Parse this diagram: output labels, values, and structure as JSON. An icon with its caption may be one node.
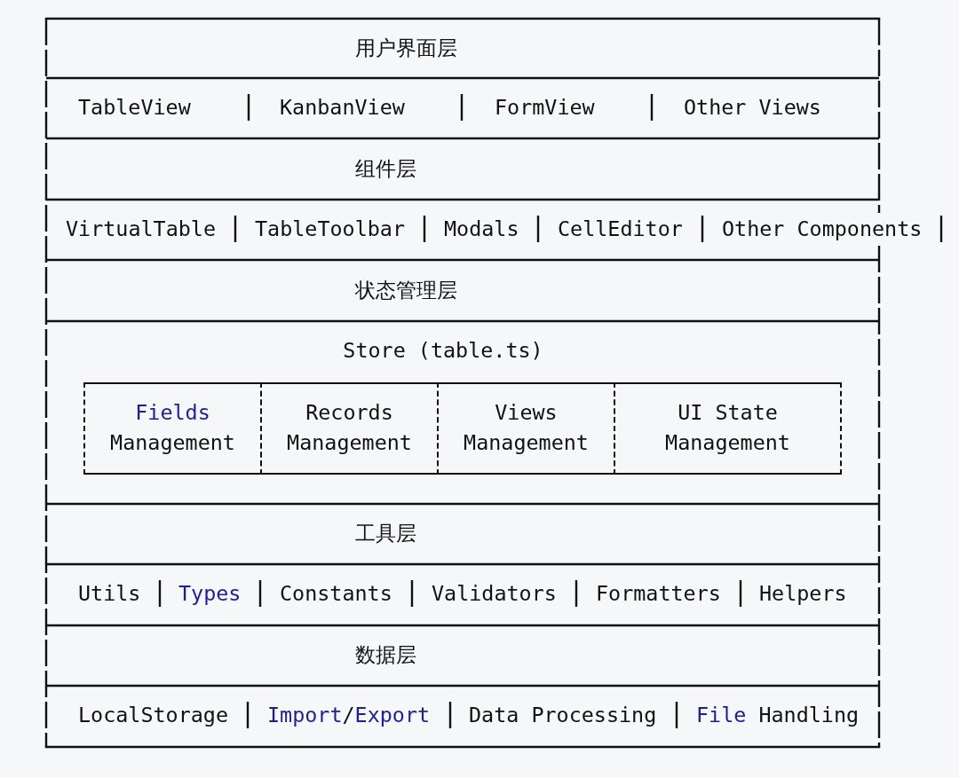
{
  "diagram": {
    "nodes": [
      {
        "text": [
          "用户界面层"
        ]
      },
      {
        "text": [
          "TableView"
        ]
      },
      {
        "text": [
          "KanbanView"
        ]
      },
      {
        "text": [
          "FormView"
        ]
      },
      {
        "text": [
          "Other Views"
        ]
      },
      {
        "text": [
          "组件层"
        ]
      },
      {
        "text": [
          "VirtualTable"
        ]
      },
      {
        "text": [
          "TableToolbar"
        ]
      },
      {
        "text": [
          "Modals"
        ]
      },
      {
        "text": [
          "CellEditor"
        ]
      },
      {
        "text": [
          "Other Components"
        ]
      },
      {
        "text": [
          "状态管理层"
        ]
      },
      {
        "text": [
          "Store (table.ts)"
        ]
      },
      {
        "text": [
          "Fields Management"
        ],
        "in": 12
      },
      {
        "text": [
          "Records Management"
        ],
        "in": 12
      },
      {
        "text": [
          "Views Management"
        ],
        "in": 12
      },
      {
        "text": [
          "UI State Management"
        ],
        "in": 12
      },
      {
        "text": [
          "工具层"
        ]
      },
      {
        "text": [
          "Utils"
        ]
      },
      {
        "text": [
          "Types"
        ]
      },
      {
        "text": [
          "Constants"
        ]
      },
      {
        "text": [
          "Validators"
        ]
      },
      {
        "text": [
          "Formatters"
        ]
      },
      {
        "text": [
          "Helpers"
        ]
      },
      {
        "text": [
          "数据层"
        ]
      },
      {
        "text": [
          "LocalStorage"
        ]
      },
      {
        "text": [
          "Import/Export"
        ]
      },
      {
        "text": [
          "Data Processing"
        ]
      },
      {
        "text": [
          "File Handling"
        ]
      }
    ]
  }
}
